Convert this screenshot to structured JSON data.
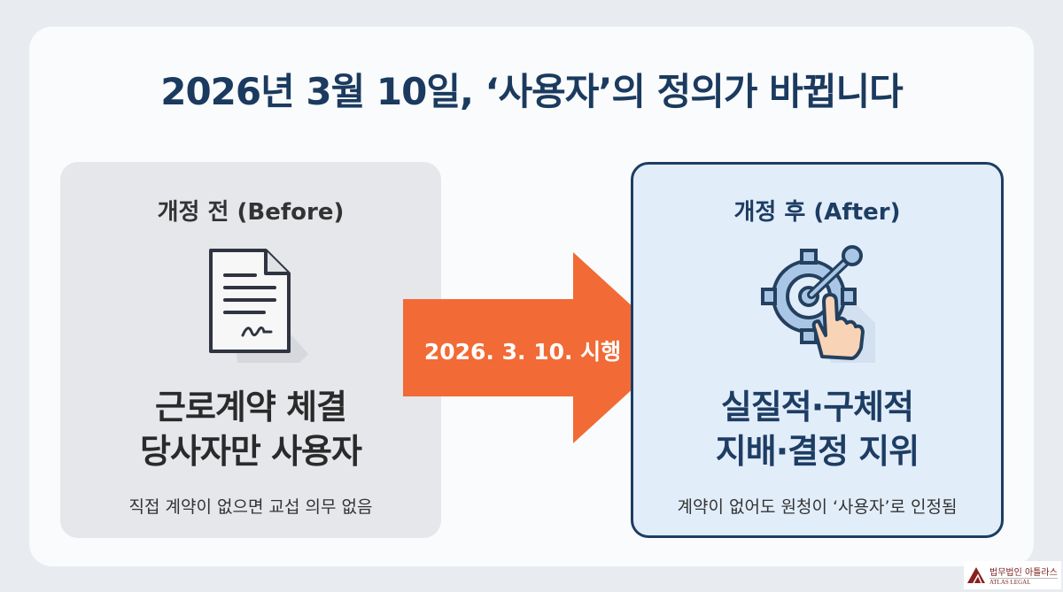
{
  "title": "2026년 3월 10일, ‘사용자’의 정의가 바뀝니다",
  "before": {
    "heading": "개정 전 (Before)",
    "main_line1": "근로계약 체결",
    "main_line2": "당사자만 사용자",
    "sub": "직접 계약이 없으면 교섭 의무 없음",
    "icon": "document-signature-icon"
  },
  "arrow": {
    "label": "2026. 3. 10. 시행",
    "color": "#f26a35"
  },
  "after": {
    "heading": "개정 후 (After)",
    "main_line1": "실질적·구체적",
    "main_line2": "지배·결정 지위",
    "sub": "계약이 없어도 원청이 ‘사용자’로 인정됨",
    "icon": "gear-hand-control-icon"
  },
  "logo": {
    "korean": "법무법인 아틀라스",
    "english": "ATLAS LEGAL"
  }
}
